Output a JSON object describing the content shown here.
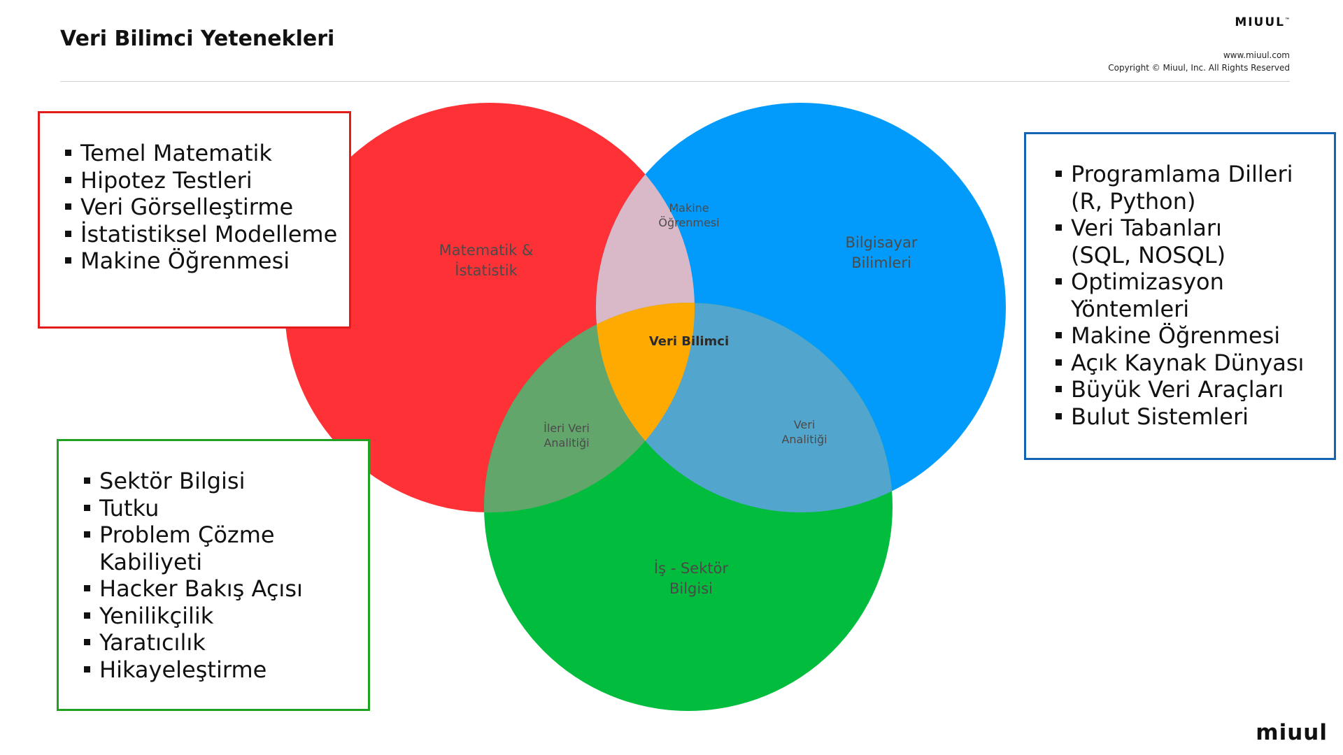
{
  "header": {
    "title": "Veri Bilimci Yetenekleri",
    "brand": "MIUUL",
    "brand_mark": "™",
    "url": "www.miuul.com",
    "copyright": "Copyright © Miuul, Inc. All Rights Reserved"
  },
  "venn": {
    "sets": {
      "math": {
        "label_line1": "Matematik &",
        "label_line2": "İstatistik",
        "color": "#fe3236"
      },
      "cs": {
        "label_line1": "Bilgisayar",
        "label_line2": "Bilimleri",
        "color": "#029bfb"
      },
      "business": {
        "label_line1": "İş - Sektör",
        "label_line2": "Bilgisi",
        "color": "#02bc3d"
      }
    },
    "intersections": {
      "math_cs": {
        "label_line1": "Makine",
        "label_line2": "Öğrenmesi",
        "color": "#d9b9c8"
      },
      "math_business": {
        "label_line1": "İleri Veri",
        "label_line2": "Analitiği",
        "color": "#62a66b"
      },
      "cs_business": {
        "label_line1": "Veri",
        "label_line2": "Analitiği",
        "color": "#52a5cd"
      },
      "center": {
        "label": "Veri Bilimci",
        "color": "#ffaa00"
      }
    }
  },
  "boxes": {
    "math": {
      "border_color": "#e21b1b",
      "items": [
        "Temel Matematik",
        "Hipotez Testleri",
        "Veri Görselleştirme",
        "İstatistiksel Modelleme",
        "Makine Öğrenmesi"
      ]
    },
    "cs": {
      "border_color": "#1464b4",
      "items": [
        "Programlama Dilleri\n(R, Python)",
        "Veri Tabanları\n(SQL, NOSQL)",
        "Optimizasyon\nYöntemleri",
        "Makine Öğrenmesi",
        "Açık Kaynak Dünyası",
        "Büyük Veri Araçları",
        "Bulut Sistemleri"
      ]
    },
    "business": {
      "border_color": "#21a121",
      "items": [
        "Sektör Bilgisi",
        "Tutku",
        "Problem Çözme\nKabiliyeti",
        "Hacker Bakış Açısı",
        "Yenilikçilik",
        "Yaratıcılık",
        "Hikayeleştirme"
      ]
    }
  },
  "footer": {
    "logo": "miuul"
  }
}
